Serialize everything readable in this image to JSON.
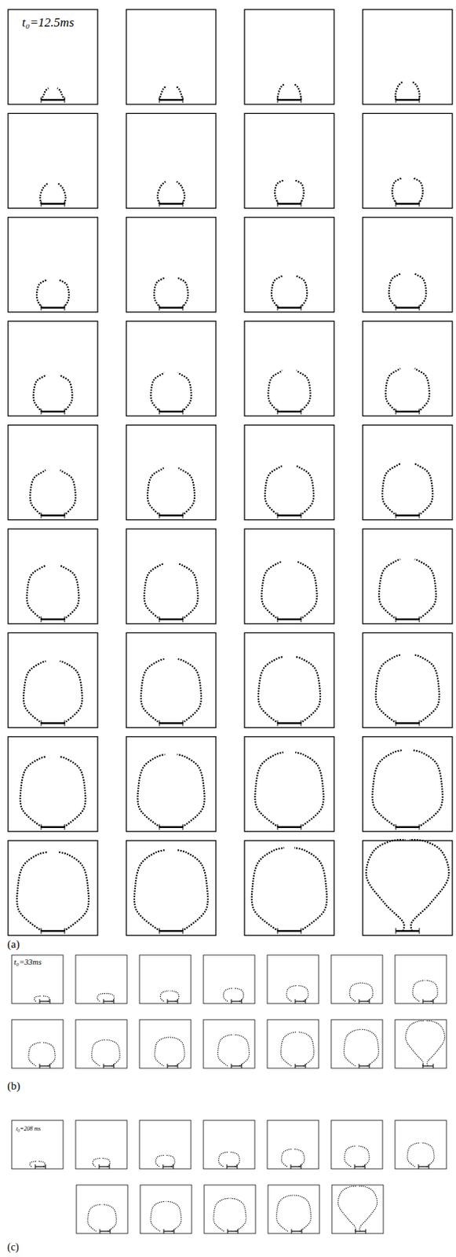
{
  "diagram": {
    "labels": [
      "t₀=12.5ms",
      "(a)",
      "t₀=33ms",
      "(b)",
      "t₀=208 ms",
      "(c)"
    ]
  }
}
